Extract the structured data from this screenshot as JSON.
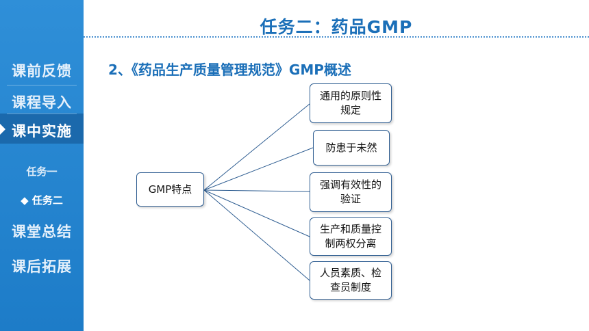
{
  "sidebar": {
    "items": [
      {
        "label": "课前反馈"
      },
      {
        "label": "课程导入"
      },
      {
        "label": "课中实施"
      },
      {
        "label": "任务一"
      },
      {
        "label": "◆ 任务二"
      },
      {
        "label": "课堂总结"
      },
      {
        "label": "课后拓展"
      }
    ]
  },
  "title": "任务二：药品GMP",
  "heading": "2、《药品生产质量管理规范》GMP概述",
  "diagram": {
    "root": "GMP特点",
    "children": [
      "通用的原则性\n规定",
      "防患于未然",
      "强调有效性的\n验证",
      "生产和质量控\n制两权分离",
      "人员素质、检\n查员制度"
    ]
  },
  "colors": {
    "sidebar": "#2f8fd8",
    "accent": "#1b6fb8",
    "line": "#2e5d91"
  }
}
